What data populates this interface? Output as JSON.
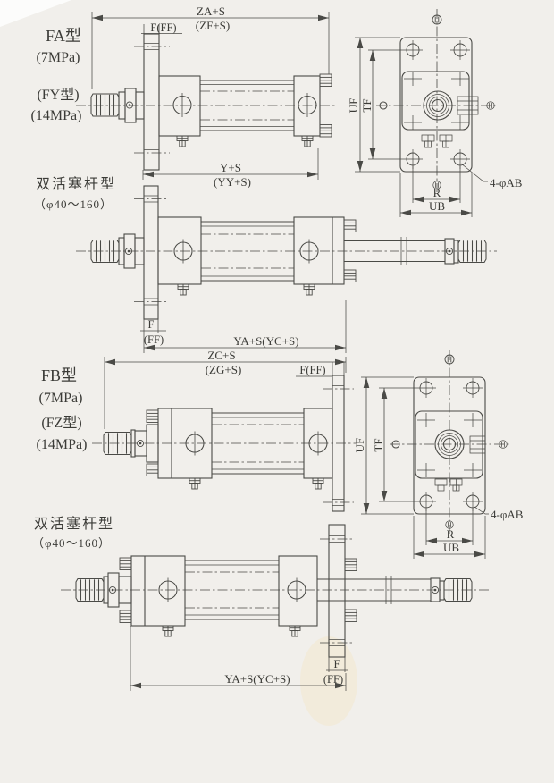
{
  "colors": {
    "paper": "#f1efeb",
    "line": "#4a4a46",
    "ink": "#3b3b37"
  },
  "sections": {
    "fa": {
      "title": "FA型",
      "pressure": "(7MPa)",
      "alt_title": "(FY型)",
      "alt_pressure": "(14MPa)"
    },
    "fa_double": {
      "title": "双活塞杆型",
      "bore_range": "（φ40～160）"
    },
    "fb": {
      "title": "FB型",
      "pressure": "(7MPa)",
      "alt_title": "(FZ型)",
      "alt_pressure": "(14MPa)"
    },
    "fb_double": {
      "title": "双活塞杆型",
      "bore_range": "（φ40～160）"
    }
  },
  "dims": {
    "fa": {
      "za": "ZA+S",
      "zf": "(ZF+S)",
      "f": "F(FF)",
      "y": "Y+S",
      "yy": "(YY+S)"
    },
    "fa_double": {
      "f": "F",
      "ff": "(FF)",
      "ya": "YA+S(YC+S)"
    },
    "fb": {
      "zc": "ZC+S",
      "zg": "(ZG+S)",
      "f": "F(FF)"
    },
    "fb_double": {
      "f": "F",
      "ff": "(FF)",
      "ya": "YA+S(YC+S)"
    }
  },
  "flange_view": {
    "uf": "UF",
    "tf": "TF",
    "r": "R",
    "ub": "UB",
    "bolt_note": "4-φAB"
  }
}
